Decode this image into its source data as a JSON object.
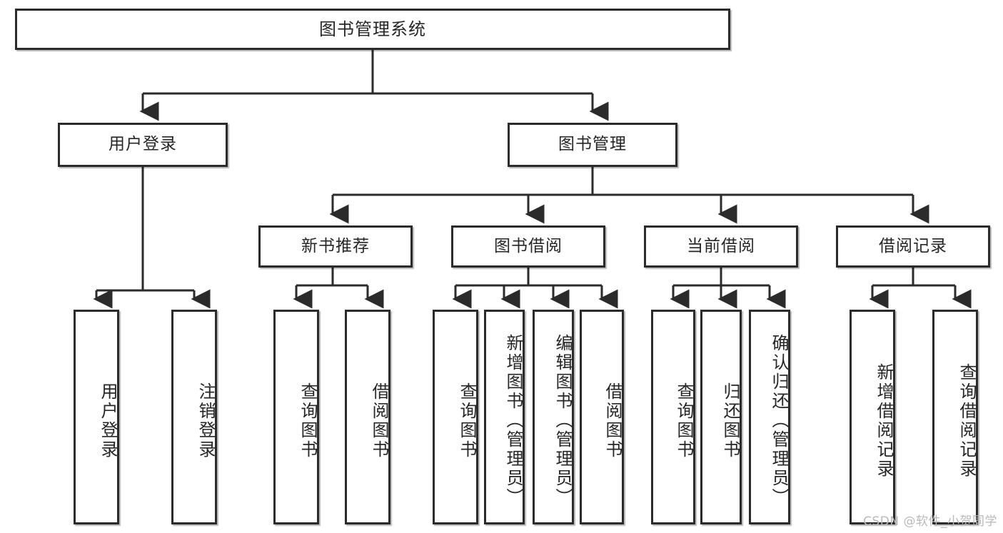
{
  "diagram": {
    "title": "图书管理系统",
    "type": "hierarchy-tree",
    "levels": 4,
    "root": {
      "id": "root",
      "label": "图书管理系统"
    },
    "level2": [
      {
        "id": "user-login",
        "label": "用户登录"
      },
      {
        "id": "book-manage",
        "label": "图书管理"
      }
    ],
    "level3": [
      {
        "id": "new-book-rec",
        "label": "新书推荐",
        "parent": "book-manage"
      },
      {
        "id": "book-borrow",
        "label": "图书借阅",
        "parent": "book-manage"
      },
      {
        "id": "current-borrow",
        "label": "当前借阅",
        "parent": "book-manage"
      },
      {
        "id": "borrow-record",
        "label": "借阅记录",
        "parent": "book-manage"
      }
    ],
    "leaves": [
      {
        "id": "leaf-user-login",
        "label": "用户登录",
        "parent": "user-login"
      },
      {
        "id": "leaf-logout",
        "label": "注销登录",
        "parent": "user-login"
      },
      {
        "id": "leaf-query-book-1",
        "label": "查询图书",
        "parent": "new-book-rec"
      },
      {
        "id": "leaf-borrow-book-1",
        "label": "借阅图书",
        "parent": "new-book-rec"
      },
      {
        "id": "leaf-query-book-2",
        "label": "查询图书",
        "parent": "book-borrow"
      },
      {
        "id": "leaf-add-book",
        "label": "新增图书（管理员）",
        "parent": "book-borrow"
      },
      {
        "id": "leaf-edit-book",
        "label": "编辑图书（管理员）",
        "parent": "book-borrow"
      },
      {
        "id": "leaf-borrow-book-2",
        "label": "借阅图书",
        "parent": "book-borrow"
      },
      {
        "id": "leaf-query-book-3",
        "label": "查询图书",
        "parent": "current-borrow"
      },
      {
        "id": "leaf-return-book",
        "label": "归还图书",
        "parent": "current-borrow"
      },
      {
        "id": "leaf-confirm-return",
        "label": "确认归还（管理员）",
        "parent": "current-borrow"
      },
      {
        "id": "leaf-add-record",
        "label": "新增借阅记录",
        "parent": "borrow-record"
      },
      {
        "id": "leaf-query-record",
        "label": "查询借阅记录",
        "parent": "borrow-record"
      }
    ]
  },
  "watermark": {
    "text": "CSDN @软件_小贺同学"
  },
  "colors": {
    "box_border": "#2b2b2b",
    "box_fill": "#ffffff",
    "edge": "#2b2b2b",
    "text": "#262626",
    "watermark": "#b9b9b9",
    "background": "#ffffff"
  }
}
